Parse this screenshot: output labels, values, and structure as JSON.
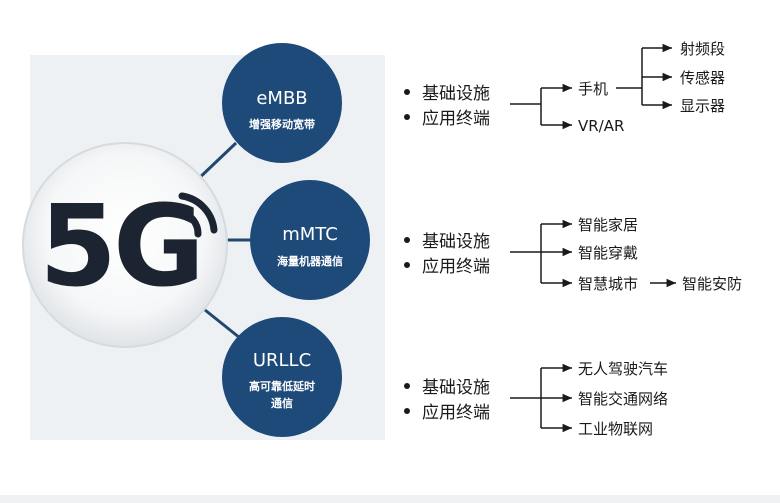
{
  "center": {
    "label": "5G"
  },
  "nodes": [
    {
      "title": "eMBB",
      "subtitle_lines": [
        "增强移动宽带"
      ]
    },
    {
      "title": "mMTC",
      "subtitle_lines": [
        "海量机器通信"
      ]
    },
    {
      "title": "URLLC",
      "subtitle_lines": [
        "高可靠低延时",
        "通信"
      ]
    }
  ],
  "groups": [
    {
      "bullets": [
        "基础设施",
        "应用终端"
      ],
      "branches": [
        "手机",
        "VR/AR"
      ],
      "sub_branches": [
        "射频段",
        "传感器",
        "显示器"
      ]
    },
    {
      "bullets": [
        "基础设施",
        "应用终端"
      ],
      "branches": [
        "智能家居",
        "智能穿戴",
        "智慧城市"
      ],
      "extension": "智能安防"
    },
    {
      "bullets": [
        "基础设施",
        "应用终端"
      ],
      "branches": [
        "无人驾驶汽车",
        "智能交通网络",
        "工业物联网"
      ]
    }
  ],
  "colors": {
    "node_fill": "#1e4a7a",
    "node_text": "#ffffff",
    "center_text": "#1b2430",
    "line": "#1a1a1a",
    "connector": "#23476f",
    "panel_bg": "#eef1f4"
  }
}
